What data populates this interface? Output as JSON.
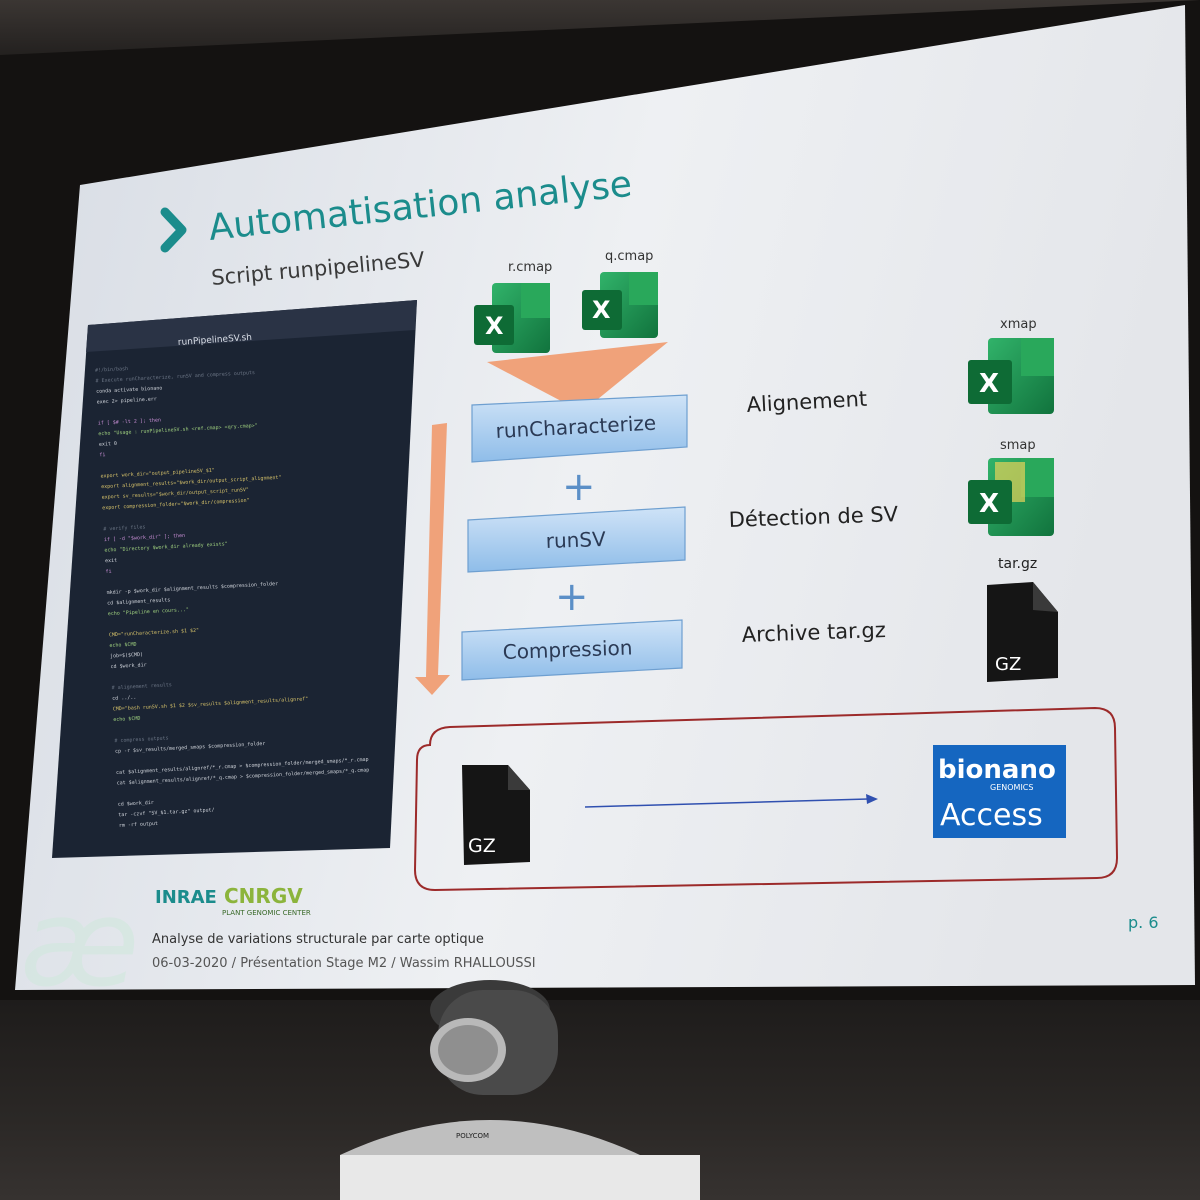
{
  "slide": {
    "title": "Automatisation analyse",
    "subtitle": "Script runpipelineSV",
    "page_number": "p. 6",
    "footer_line1": "Analyse de variations structurale par carte optique",
    "footer_line2": "06-03-2020 / Présentation Stage M2 / Wassim RHALLOUSSI",
    "colors": {
      "title": "#1b8c8c",
      "pipeline_box": "#a9cdef",
      "arrow": "#f0a27a",
      "rounded_frame": "#9c2a2a"
    }
  },
  "code_panel": {
    "filename": "runPipelineSV.sh",
    "lines": [
      "#!/bin/bash",
      "# Execute runCharacterize, runSV and compress outputs",
      "conda activate bionano",
      "exec 2> pipeline.err",
      "",
      "if [ $# -lt 2 ]; then",
      "  echo \"Usage : runPipelineSV.sh <ref.cmap> <qry.cmap>\"",
      "  exit 0",
      "fi",
      "",
      "export work_dir=\"output_pipelineSV_$1\"",
      "export alignment_results=\"$work_dir/output_script_alignment\"",
      "export sv_results=\"$work_dir/output_script_runSV\"",
      "export compression_folder=\"$work_dir/compression\"",
      "",
      "# verify files",
      "if [ -d \"$work_dir\" ]; then",
      "  echo \"Directory $work_dir already exists\"",
      "  exit",
      "fi",
      "",
      "mkdir -p $work_dir $alignment_results $compression_folder",
      "cd $alignment_results",
      "echo \"Pipeline en cours...\"",
      "",
      "CMD=\"runCharacterize.sh $1 $2\"",
      "echo $CMD",
      "job=$($CMD)",
      "cd $work_dir",
      "",
      "# alignement results",
      "cd ../..",
      "CMD=\"bash runSV.sh $1 $2 $sv_results $alignment_results/alignref\"",
      "echo $CMD",
      "",
      "# compress outputs",
      "cp -r $sv_results/merged_smaps $compression_folder",
      "",
      "cat $alignment_results/alignref/*_r.cmap > $compression_folder/merged_smaps/*_r.cmap",
      "cat $alignment_results/alignref/*_q.cmap > $compression_folder/merged_smaps/*_q.cmap",
      "",
      "cd $work_dir",
      "tar -czvf \"SV_$1.tar.gz\" output/",
      "rm -rf output"
    ]
  },
  "inputs": {
    "r_label": "r.cmap",
    "q_label": "q.cmap"
  },
  "pipeline": {
    "step1": "runCharacterize",
    "step2": "runSV",
    "step3": "Compression",
    "plus": "+"
  },
  "results": {
    "alignement": "Alignement",
    "detection": "Détection de SV",
    "archive": "Archive tar.gz",
    "xmap_label": "xmap",
    "smap_label": "smap",
    "targz_label": "tar.gz"
  },
  "file_icons": {
    "excel_letter": "X",
    "gz_text": "GZ"
  },
  "upload": {
    "bionano_name": "bionano",
    "bionano_sub": "GENOMICS",
    "bionano_access": "Access"
  },
  "logos": {
    "inrae": "INRAE",
    "cnrgv": "CNRGV",
    "cnrgv_sub": "PLANT GENOMIC CENTER"
  },
  "camera_brand": "POLYCOM"
}
